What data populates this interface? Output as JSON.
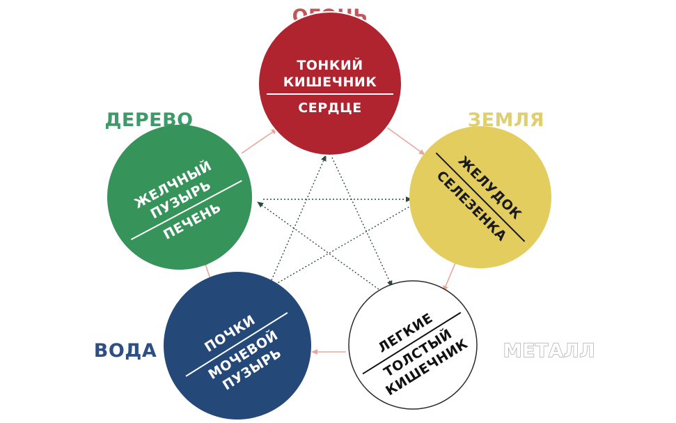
{
  "elements": {
    "fire": {
      "label": "ОГОНЬ",
      "label_color": "#c0555a",
      "fill": "#b02430",
      "text_color": "#ffffff",
      "line1": "ТОНКИЙ",
      "line2": "КИШЕЧНИК",
      "line3": "СЕРДЦЕ"
    },
    "earth": {
      "label": "ЗЕМЛЯ",
      "label_color": "#e0cf72",
      "fill": "#e2cd5e",
      "text_color": "#1a1a1a",
      "line1": "ЖЕЛУДОК",
      "line3": "СЕЛЕЗЕНКА"
    },
    "metal": {
      "label": "МЕТАЛЛ",
      "label_color": "#ffffff",
      "fill": "#ffffff",
      "text_color": "#111111",
      "line1": "ЛЕГКИЕ",
      "line2": "ТОЛСТЫЙ",
      "line3": "КИШЕЧНИК"
    },
    "water": {
      "label": "ВОДА",
      "label_color": "#2e4f86",
      "fill": "#244979",
      "text_color": "#ffffff",
      "line1": "ПОЧКИ",
      "line2": "МОЧЕВОЙ",
      "line3": "ПУЗЫРЬ"
    },
    "wood": {
      "label": "ДЕРЕВО",
      "label_color": "#3e9a68",
      "fill": "#36935a",
      "text_color": "#ffffff",
      "line1": "ЖЕЛЧНЫЙ",
      "line2": "ПУЗЫРЬ",
      "line3": "ПЕЧЕНЬ"
    }
  },
  "generating_cycle_color": "#e9a69a",
  "controlling_cycle_color": "#2e4a3a"
}
